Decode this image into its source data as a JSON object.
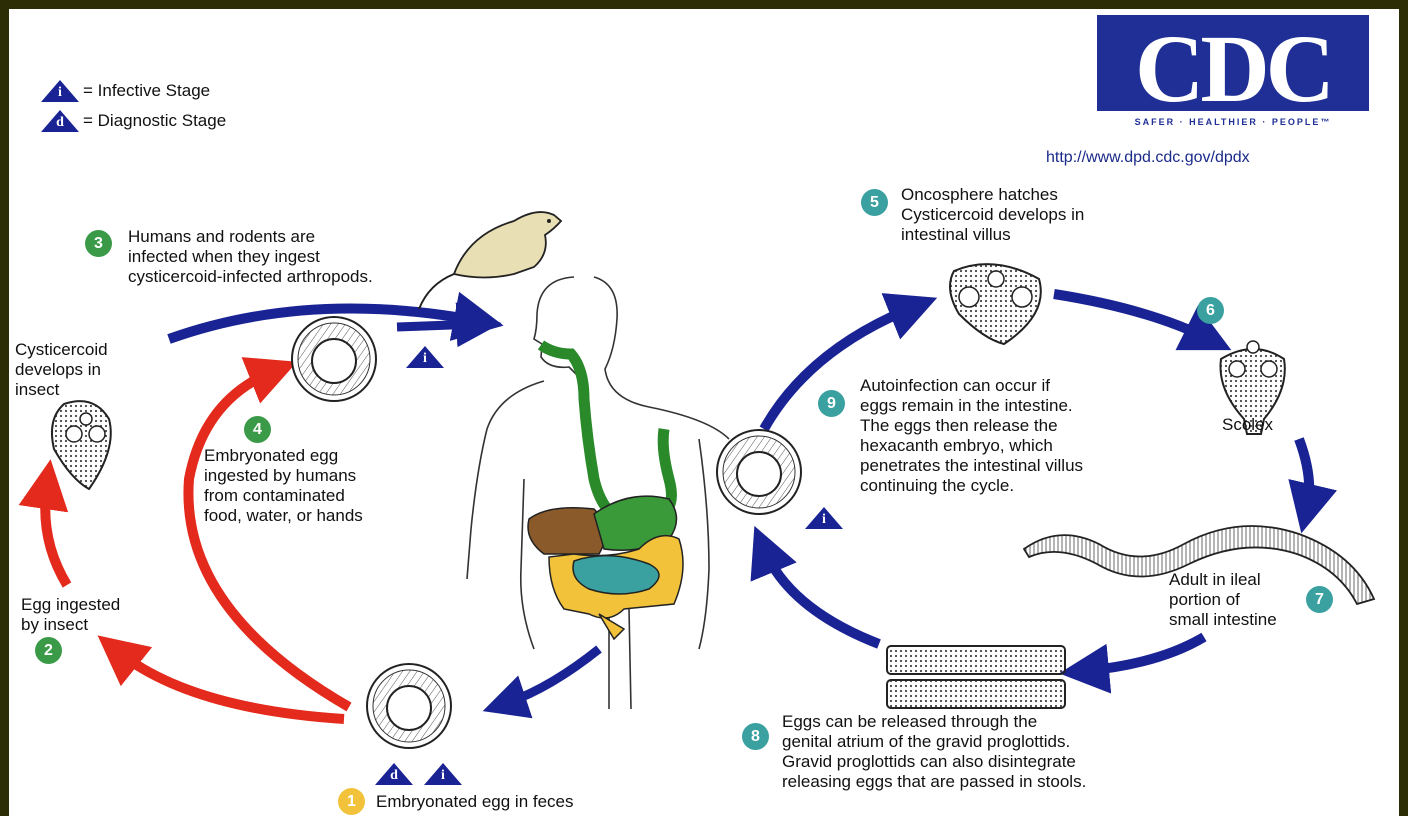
{
  "legend": {
    "infective_symbol": "i",
    "infective_label": "= Infective Stage",
    "diagnostic_symbol": "d",
    "diagnostic_label": "= Diagnostic Stage"
  },
  "logo": {
    "text": "CDC",
    "tagline": "SAFER · HEALTHIER · PEOPLE™"
  },
  "url": "http://www.dpd.cdc.gov/dpdx",
  "steps": [
    {
      "num": "1",
      "text": "Embryonated egg in feces"
    },
    {
      "num": "2",
      "text": "Egg ingested\nby insect"
    },
    {
      "num": "3",
      "text": "Humans and rodents are\ninfected when they ingest\ncysticercoid-infected arthropods."
    },
    {
      "num": "4",
      "text": "Embryonated egg\ningested by humans\nfrom contaminated\nfood, water, or hands"
    },
    {
      "num": "5",
      "text": "Oncosphere hatches\nCysticercoid develops in\nintestinal villus"
    },
    {
      "num": "6",
      "text": ""
    },
    {
      "num": "7",
      "text": "Adult in ileal\nportion of\nsmall intestine"
    },
    {
      "num": "8",
      "text": "Eggs can be released through the\ngenital atrium of the gravid proglottids.\nGravid proglottids can also disintegrate\nreleasing eggs that are passed in stools."
    },
    {
      "num": "9",
      "text": "Autoinfection can occur if\neggs remain in the intestine.\nThe eggs then release the\nhexacanth embryo, which\npenetrates the intestinal villus\ncontinuing the cycle."
    }
  ],
  "labels": {
    "cysticercoid_insect": "Cysticercoid\ndevelops in\ninsect",
    "scolex": "Scolex"
  },
  "colors": {
    "green_step": "#3a9a48",
    "teal_step": "#3aa0a0",
    "yellow_step": "#f2c23a",
    "arrow_blue": "#1a2393",
    "arrow_red": "#e42a1c",
    "stage_triangle": "#1a2393",
    "logo_blue": "#1f2f96"
  }
}
